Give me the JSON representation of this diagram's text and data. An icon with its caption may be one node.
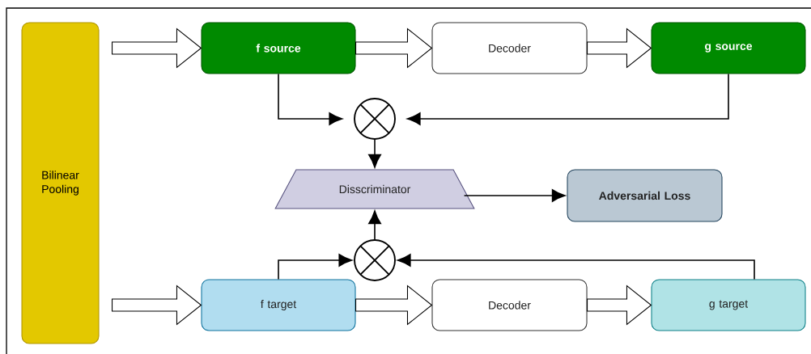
{
  "diagram": {
    "nodes": [
      {
        "text": [
          "Bilinear Pooling"
        ]
      },
      {
        "text": [
          "f source"
        ]
      },
      {
        "text": [
          "Decoder"
        ]
      },
      {
        "text": [
          "g source"
        ]
      },
      {
        "text": [],
        "shape": "circle"
      },
      {
        "text": [
          "Disscriminator"
        ]
      },
      {
        "text": [
          "Adversarial Loss"
        ]
      },
      {
        "text": [],
        "shape": "circle"
      },
      {
        "text": [
          "f target"
        ]
      },
      {
        "text": [
          "Decoder"
        ]
      },
      {
        "text": [
          "g target"
        ]
      }
    ],
    "edges": [
      {
        "from": 0,
        "to": 1,
        "arrow": "to",
        "style": "thick"
      },
      {
        "from": 1,
        "to": 2,
        "arrow": "to",
        "style": "thick"
      },
      {
        "from": 2,
        "to": 3,
        "arrow": "to",
        "style": "thick"
      },
      {
        "from": 1,
        "to": 4,
        "arrow": "to"
      },
      {
        "from": 3,
        "to": 4,
        "arrow": "to"
      },
      {
        "from": 4,
        "to": 5,
        "arrow": "to"
      },
      {
        "from": 5,
        "to": 6,
        "arrow": "to"
      },
      {
        "from": 7,
        "to": 5,
        "arrow": "to"
      },
      {
        "from": 8,
        "to": 7,
        "arrow": "to"
      },
      {
        "from": 10,
        "to": 7,
        "arrow": "to"
      },
      {
        "from": 0,
        "to": 8,
        "arrow": "to",
        "style": "thick"
      },
      {
        "from": 8,
        "to": 9,
        "arrow": "to",
        "style": "thick"
      },
      {
        "from": 9,
        "to": 10,
        "arrow": "to",
        "style": "thick"
      }
    ]
  }
}
